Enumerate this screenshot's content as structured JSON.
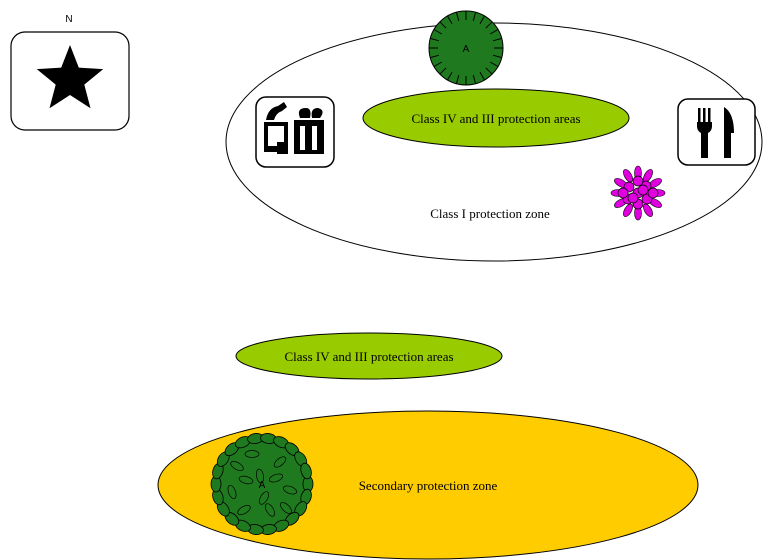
{
  "compass": {
    "north_label": "N",
    "icon": "north-star-icon"
  },
  "class_one_zone": {
    "label": "Class I protection zone",
    "fill_color": "#ffffff",
    "inner_area": {
      "label": "Class IV and III protection areas",
      "fill_color": "#99cc00"
    },
    "marker_a": {
      "label": "A",
      "icon": "scenic-spot-a-icon",
      "fill_color": "#1f7a1f"
    },
    "icons": [
      {
        "name": "shopping-icon"
      },
      {
        "name": "restaurant-icon"
      },
      {
        "name": "flower-icon",
        "color": "#e000e0"
      }
    ]
  },
  "standalone_area": {
    "label": "Class IV and III protection areas",
    "fill_color": "#99cc00"
  },
  "secondary_zone": {
    "label": "Secondary protection zone",
    "fill_color": "#ffcc00",
    "marker_a": {
      "label": "A",
      "icon": "forest-a-icon",
      "fill_color": "#1f7a1f"
    }
  }
}
